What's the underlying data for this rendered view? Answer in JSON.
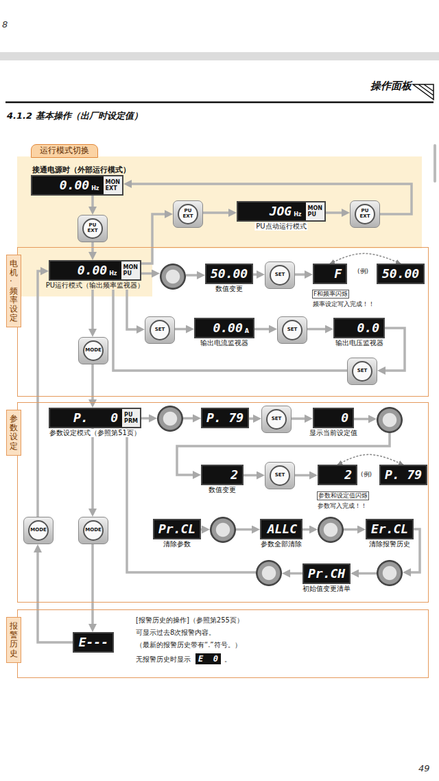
{
  "diagram": {
    "title": "4.1.2 基本操作（出厂时设定值）",
    "nodes": [
      {
        "text": [
          "运行模式切换"
        ]
      },
      {
        "text": [
          "接通电源时（外部运行模式）",
          "0.00",
          "Hz",
          "MON",
          "EXT"
        ],
        "in": 0
      },
      {
        "text": [
          "PU",
          "EXT"
        ],
        "in": 0
      },
      {
        "text": [
          "PU",
          "EXT"
        ],
        "in": 0
      },
      {
        "text": [
          "JOG",
          "Hz",
          "MON",
          "PU",
          "PU点动运行模式"
        ],
        "in": 0
      },
      {
        "text": [
          "PU",
          "EXT"
        ],
        "in": 0
      },
      {
        "text": [
          "电机·频率设定"
        ]
      },
      {
        "text": [
          "0.00",
          "Hz",
          "MON",
          "PU",
          "PU运行模式（输出频率监视器）"
        ],
        "in": 6
      },
      {
        "text": [],
        "in": 6
      },
      {
        "text": [
          "50.00",
          "数值变更"
        ],
        "in": 6
      },
      {
        "text": [
          "SET"
        ],
        "in": 6
      },
      {
        "text": [
          "F"
        ],
        "in": 6
      },
      {
        "text": [
          "50.00"
        ],
        "in": 6
      },
      {
        "text": [
          "SET"
        ],
        "in": 6
      },
      {
        "text": [
          "0.00",
          "A",
          "输出电流监视器"
        ],
        "in": 6
      },
      {
        "text": [
          "SET"
        ],
        "in": 6
      },
      {
        "text": [
          "0.0",
          "输出电压监视器"
        ],
        "in": 6
      },
      {
        "text": [
          "SET"
        ],
        "in": 6
      },
      {
        "text": [
          "MODE"
        ],
        "in": 6
      },
      {
        "text": [
          "参数设定"
        ]
      },
      {
        "text": [
          "P.   0",
          "PU",
          "PRM",
          "参数设定模式（参照第51页）"
        ],
        "in": 19
      },
      {
        "text": [],
        "in": 19
      },
      {
        "text": [
          "P. 79"
        ],
        "in": 19
      },
      {
        "text": [
          "SET"
        ],
        "in": 19
      },
      {
        "text": [
          "0",
          "显示当前设定值"
        ],
        "in": 19
      },
      {
        "text": [],
        "in": 19
      },
      {
        "text": [
          "2",
          "数值变更"
        ],
        "in": 19
      },
      {
        "text": [
          "SET"
        ],
        "in": 19
      },
      {
        "text": [
          "2"
        ],
        "in": 19
      },
      {
        "text": [
          "P. 79"
        ],
        "in": 19
      },
      {
        "text": [
          "Pr.CL",
          "清除参数"
        ],
        "in": 19
      },
      {
        "text": [],
        "in": 19
      },
      {
        "text": [
          "ALLC",
          "参数全部清除"
        ],
        "in": 19
      },
      {
        "text": [],
        "in": 19
      },
      {
        "text": [
          "Er.CL",
          "清除报警历史"
        ],
        "in": 19
      },
      {
        "text": [],
        "in": 19
      },
      {
        "text": [
          "Pr.CH",
          "初始值变更清单"
        ],
        "in": 19
      },
      {
        "text": [],
        "in": 19
      },
      {
        "text": [
          "MODE"
        ],
        "in": 19
      },
      {
        "text": [
          "MODE"
        ],
        "in": 19
      },
      {
        "text": [
          "报警历史"
        ]
      },
      {
        "text": [
          "E---"
        ],
        "in": 40
      }
    ],
    "edges": [
      {
        "from": 1,
        "to": 2,
        "arrow": "to"
      },
      {
        "from": 2,
        "to": 7,
        "arrow": "to"
      },
      {
        "from": 7,
        "to": 3,
        "arrow": "to"
      },
      {
        "from": 3,
        "to": 4,
        "arrow": "to"
      },
      {
        "from": 4,
        "to": 5,
        "arrow": "to"
      },
      {
        "from": 5,
        "to": 1,
        "arrow": "to"
      },
      {
        "from": 7,
        "to": 8,
        "arrow": "to"
      },
      {
        "from": 8,
        "to": 9,
        "arrow": "to"
      },
      {
        "from": 9,
        "to": 10,
        "arrow": "to"
      },
      {
        "from": 10,
        "to": 11,
        "arrow": "to"
      },
      {
        "from": 11,
        "to": 12,
        "arrow": "both"
      },
      {
        "from": 7,
        "to": 13,
        "arrow": "to"
      },
      {
        "from": 13,
        "to": 14,
        "arrow": "to"
      },
      {
        "from": 14,
        "to": 15,
        "arrow": "to"
      },
      {
        "from": 15,
        "to": 16,
        "arrow": "to"
      },
      {
        "from": 16,
        "to": 17,
        "arrow": "to"
      },
      {
        "from": 17,
        "to": 7,
        "arrow": "to"
      },
      {
        "from": 7,
        "to": 18,
        "arrow": "to"
      },
      {
        "from": 18,
        "to": 20,
        "arrow": "to"
      },
      {
        "from": 20,
        "to": 21,
        "arrow": "to"
      },
      {
        "from": 21,
        "to": 22,
        "arrow": "to"
      },
      {
        "from": 22,
        "to": 23,
        "arrow": "to"
      },
      {
        "from": 23,
        "to": 24,
        "arrow": "to"
      },
      {
        "from": 24,
        "to": 25,
        "arrow": "to"
      },
      {
        "from": 25,
        "to": 26,
        "arrow": "to"
      },
      {
        "from": 26,
        "to": 27,
        "arrow": "to"
      },
      {
        "from": 27,
        "to": 28,
        "arrow": "to"
      },
      {
        "from": 28,
        "to": 29,
        "arrow": "both"
      },
      {
        "from": 30,
        "to": 31,
        "arrow": "to"
      },
      {
        "from": 31,
        "to": 32,
        "arrow": "to"
      },
      {
        "from": 32,
        "to": 33,
        "arrow": "to"
      },
      {
        "from": 33,
        "to": 34,
        "arrow": "to"
      },
      {
        "from": 34,
        "to": 35,
        "arrow": "to"
      },
      {
        "from": 35,
        "to": 36,
        "arrow": "to"
      },
      {
        "from": 36,
        "to": 37,
        "arrow": "to"
      },
      {
        "from": 37,
        "to": 20,
        "arrow": "to"
      },
      {
        "from": 20,
        "to": 39,
        "arrow": "to"
      },
      {
        "from": 39,
        "to": 41,
        "arrow": "to"
      },
      {
        "from": 41,
        "to": 38,
        "arrow": "to"
      },
      {
        "from": 38,
        "to": 7,
        "arrow": "to"
      }
    ],
    "labels": [
      "8",
      "操作面板",
      "(例)",
      "F和频率闪烁",
      "频率设定写入完成！！",
      "(例)",
      "参数和设定值闪烁",
      "参数写入完成！！",
      "[报警历史的操作]（参照第255页）",
      "可显示过去8次报警内容。",
      "（最新的报警历史带有“.”符号。）",
      "无报警历史时显示",
      "E  0",
      "。",
      "49"
    ]
  }
}
